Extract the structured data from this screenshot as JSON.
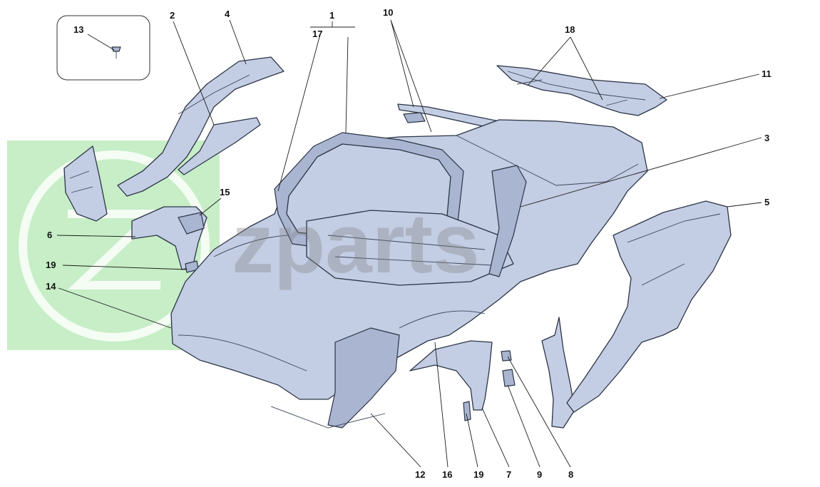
{
  "watermark": {
    "brand_text": "zparts",
    "logo": "zp-logo-icon",
    "logo_color": "#7ad67a"
  },
  "callouts": {
    "c1": "1",
    "c2": "2",
    "c3": "3",
    "c4": "4",
    "c5": "5",
    "c6": "6",
    "c7": "7",
    "c8": "8",
    "c9": "9",
    "c10": "10",
    "c11": "11",
    "c12": "12",
    "c13": "13",
    "c14": "14",
    "c15": "15",
    "c16": "16",
    "c17": "17",
    "c18": "18",
    "c19a": "19",
    "c19b": "19"
  },
  "colors": {
    "part_fill": "#c3cde3",
    "outline": "#2c3445"
  }
}
